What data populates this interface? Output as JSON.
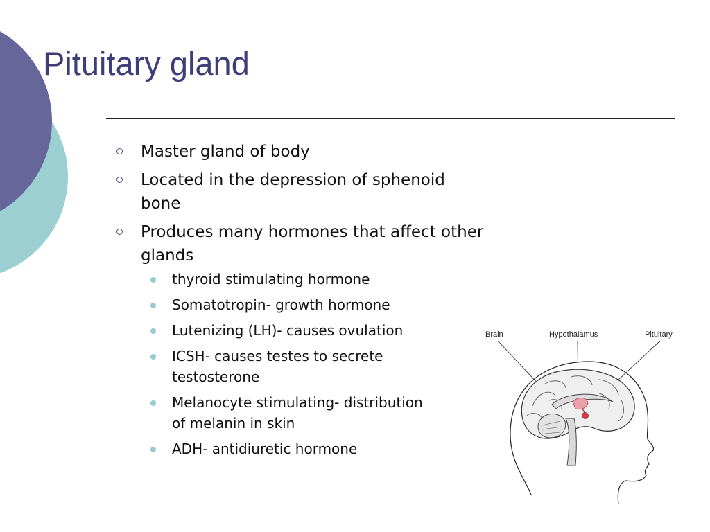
{
  "slide": {
    "title": "Pituitary gland"
  },
  "bullets": [
    {
      "text": "Master gland of body"
    },
    {
      "text": "Located in the depression of sphenoid bone"
    },
    {
      "text": "Produces  many hormones that affect other glands",
      "sub_bullets": [
        {
          "text": "thyroid stimulating hormone"
        },
        {
          "text": "Somatotropin- growth hormone"
        },
        {
          "text": "Lutenizing (LH)- causes ovulation"
        },
        {
          "text": "ICSH- causes testes to secrete testosterone"
        },
        {
          "text": "Melanocyte stimulating- distribution of melanin in skin"
        },
        {
          "text": "ADH- antidiuretic hormone"
        }
      ]
    }
  ],
  "figure": {
    "labels": {
      "brain": "Brain",
      "hypothalamus": "Hypothalamus",
      "pituitary": "Pituitary"
    }
  },
  "colors": {
    "title": "#3e3d78",
    "deco_purple": "#66669a",
    "deco_teal": "#9ccfd1",
    "sub_bullet": "#9cc9cd",
    "gland_red": "#d23b4a",
    "gland_pink": "#e9a0aa"
  }
}
